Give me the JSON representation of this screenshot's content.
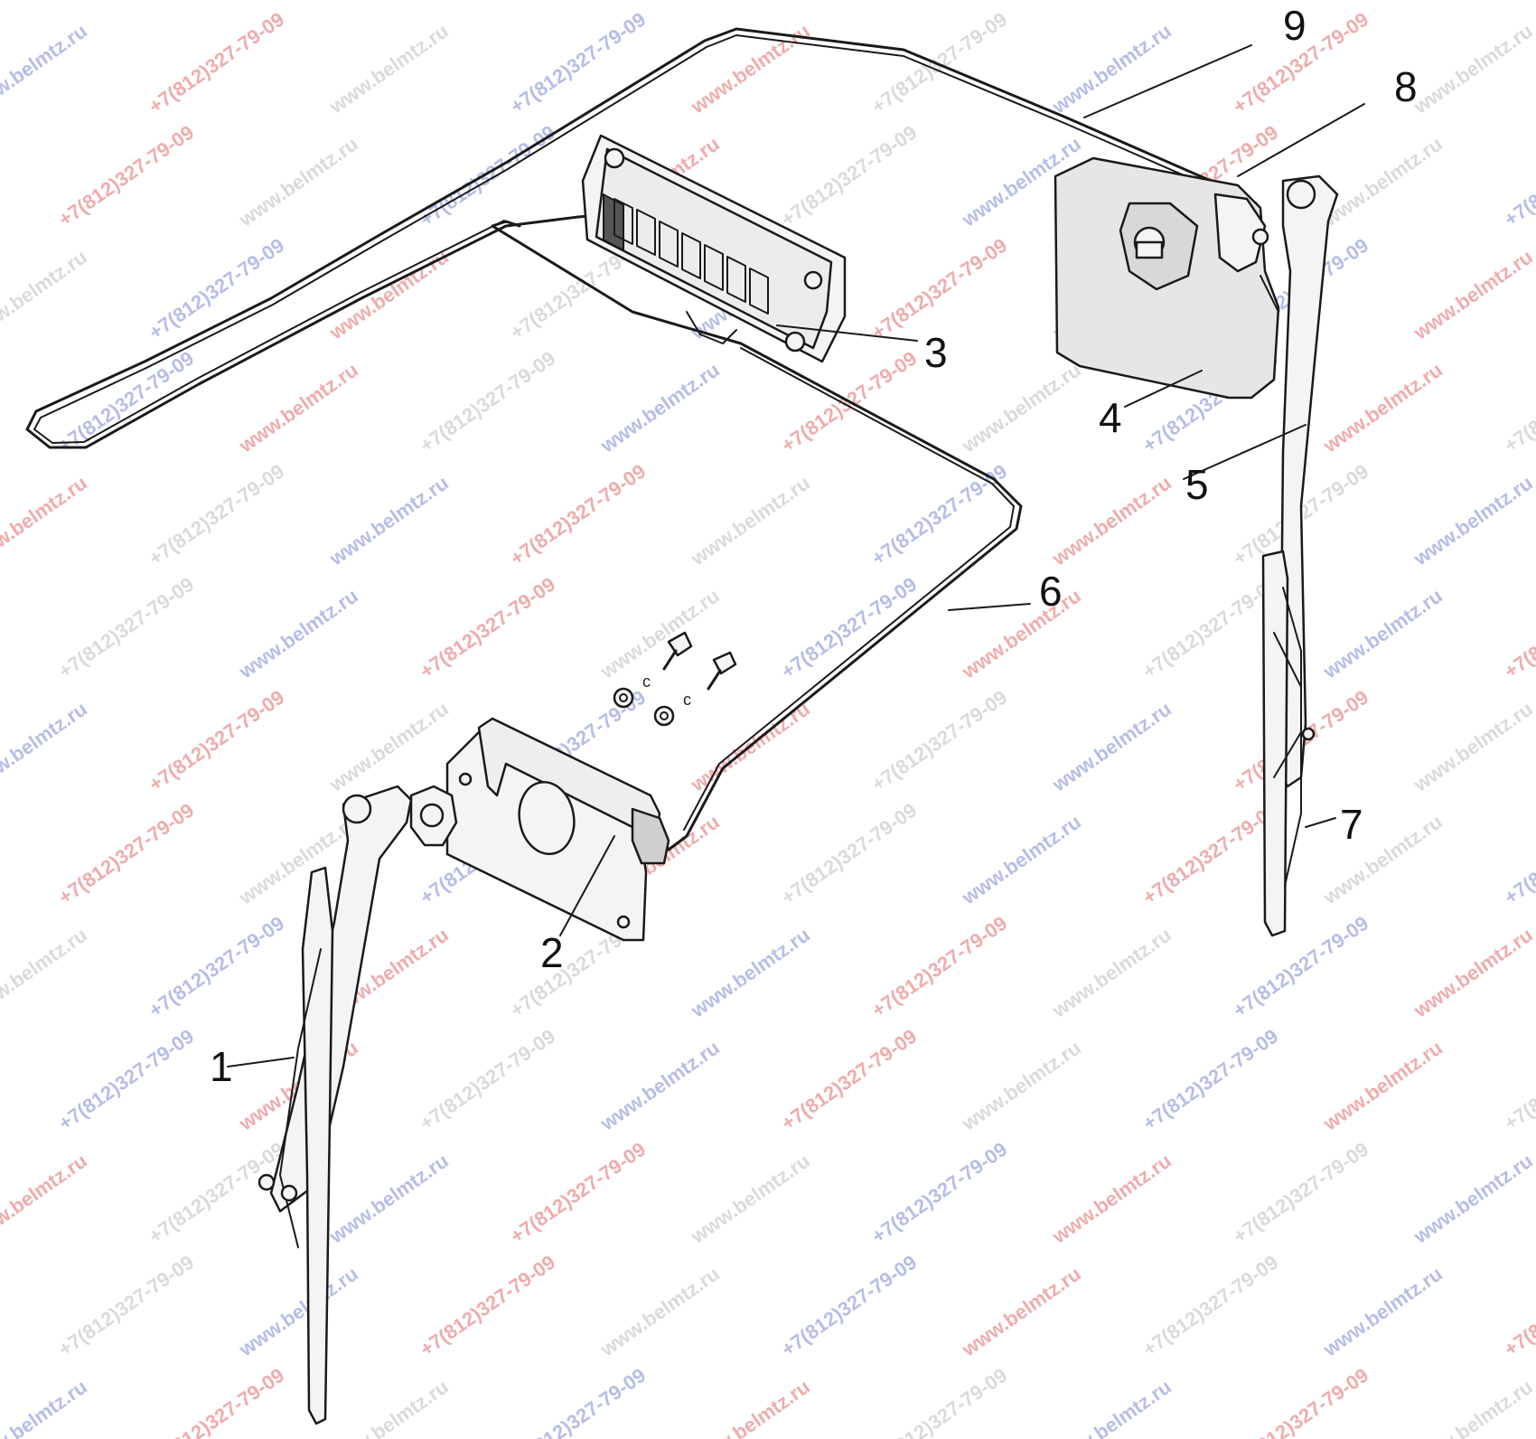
{
  "callouts": [
    "1",
    "2",
    "3",
    "4",
    "5",
    "6",
    "7",
    "8",
    "9"
  ],
  "small_marks": [
    "c",
    "c"
  ],
  "watermark_texts": {
    "site": "www.belmtz.ru",
    "phone": "+7(812)327-79-09"
  },
  "colors": {
    "line": "#1a1a1a",
    "watermark_red": "#dc4646",
    "watermark_blue": "#5a6ec8"
  }
}
